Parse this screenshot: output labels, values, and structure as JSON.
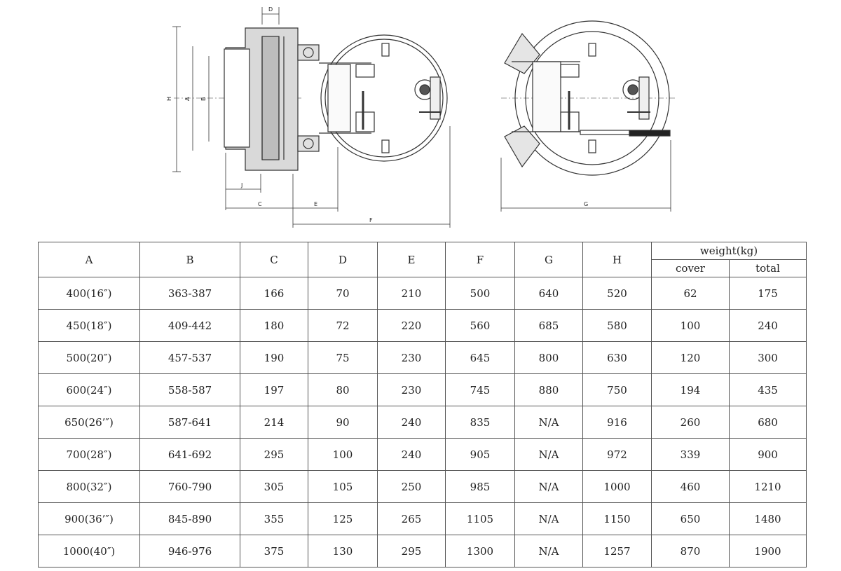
{
  "drawing": {
    "labels": {
      "a": "A",
      "b": "B",
      "c": "C",
      "d": "D",
      "e": "E",
      "f": "F",
      "g": "G",
      "h": "H",
      "j": "J"
    }
  },
  "table": {
    "columns": [
      "A",
      "B",
      "C",
      "D",
      "E",
      "F",
      "G",
      "H"
    ],
    "weight_header": "weight(kg)",
    "weight_sub": [
      "cover",
      "total"
    ],
    "rows": [
      [
        "400(16″)",
        "363-387",
        "166",
        "70",
        "210",
        "500",
        "640",
        "520",
        "62",
        "175"
      ],
      [
        "450(18″)",
        "409-442",
        "180",
        "72",
        "220",
        "560",
        "685",
        "580",
        "100",
        "240"
      ],
      [
        "500(20″)",
        "457-537",
        "190",
        "75",
        "230",
        "645",
        "800",
        "630",
        "120",
        "300"
      ],
      [
        "600(24″)",
        "558-587",
        "197",
        "80",
        "230",
        "745",
        "880",
        "750",
        "194",
        "435"
      ],
      [
        "650(26’″)",
        "587-641",
        "214",
        "90",
        "240",
        "835",
        "N/A",
        "916",
        "260",
        "680"
      ],
      [
        "700(28″)",
        "641-692",
        "295",
        "100",
        "240",
        "905",
        "N/A",
        "972",
        "339",
        "900"
      ],
      [
        "800(32″)",
        "760-790",
        "305",
        "105",
        "250",
        "985",
        "N/A",
        "1000",
        "460",
        "1210"
      ],
      [
        "900(36’″)",
        "845-890",
        "355",
        "125",
        "265",
        "1105",
        "N/A",
        "1150",
        "650",
        "1480"
      ],
      [
        "1000(40″)",
        "946-976",
        "375",
        "130",
        "295",
        "1300",
        "N/A",
        "1257",
        "870",
        "1900"
      ]
    ]
  }
}
